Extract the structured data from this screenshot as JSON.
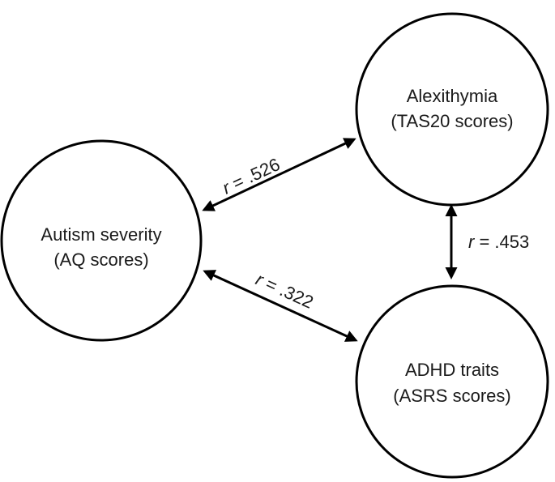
{
  "diagram": {
    "nodes": {
      "autism": {
        "line1": "Autism severity",
        "line2": "(AQ scores)"
      },
      "alexithymia": {
        "line1": "Alexithymia",
        "line2": "(TAS20 scores)"
      },
      "adhd": {
        "line1": "ADHD traits",
        "line2": "(ASRS scores)"
      }
    },
    "edges": {
      "autism_alexithymia": {
        "symbol": "r",
        "value": " = .526"
      },
      "alexithymia_adhd": {
        "symbol": "r",
        "value": " = .453"
      },
      "autism_adhd": {
        "symbol": "r",
        "value": " = .322"
      }
    }
  }
}
